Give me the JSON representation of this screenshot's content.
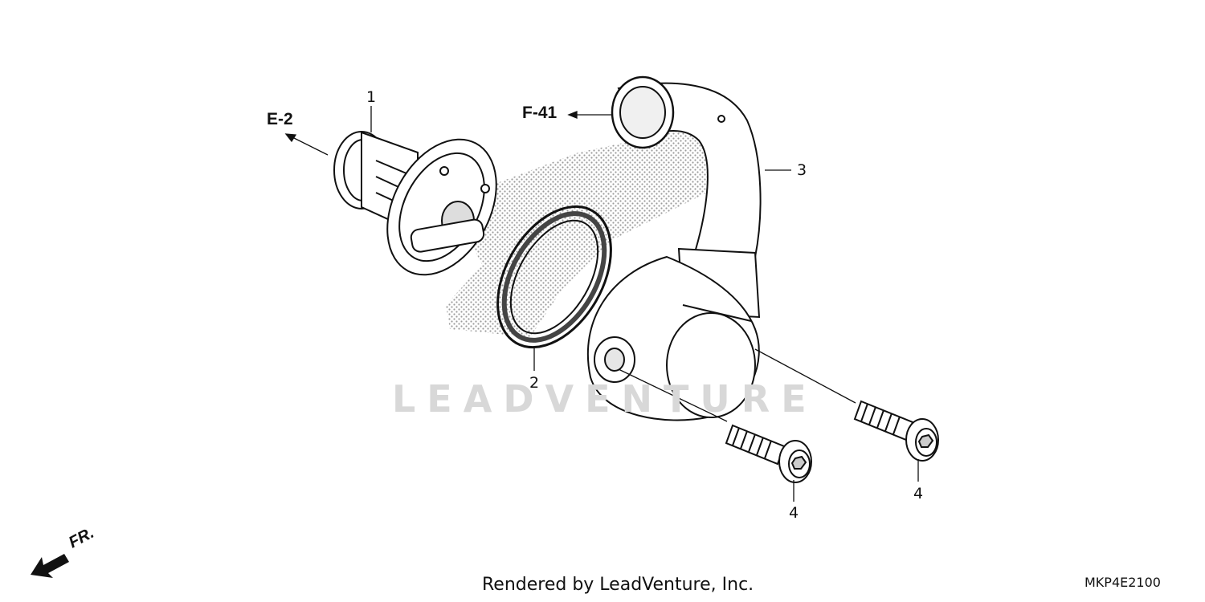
{
  "diagram": {
    "callouts": [
      "1",
      "2",
      "3",
      "4",
      "4"
    ],
    "references": [
      "E-2",
      "F-41"
    ],
    "watermark": "LEADVENTURE",
    "direction_label": "FR.",
    "credit": "Rendered by LeadVenture, Inc.",
    "diagram_code": "MKP4E2100"
  },
  "parts": [
    {
      "callout": "1",
      "icon": "thermostat-icon"
    },
    {
      "callout": "2",
      "icon": "o-ring-icon"
    },
    {
      "callout": "3",
      "icon": "thermostat-cover-hose-icon"
    },
    {
      "callout": "4",
      "icon": "flange-bolt-icon"
    }
  ],
  "colors": {
    "line": "#111111",
    "shade": "#9a9a9a",
    "watermark": "#d8d8d8"
  }
}
